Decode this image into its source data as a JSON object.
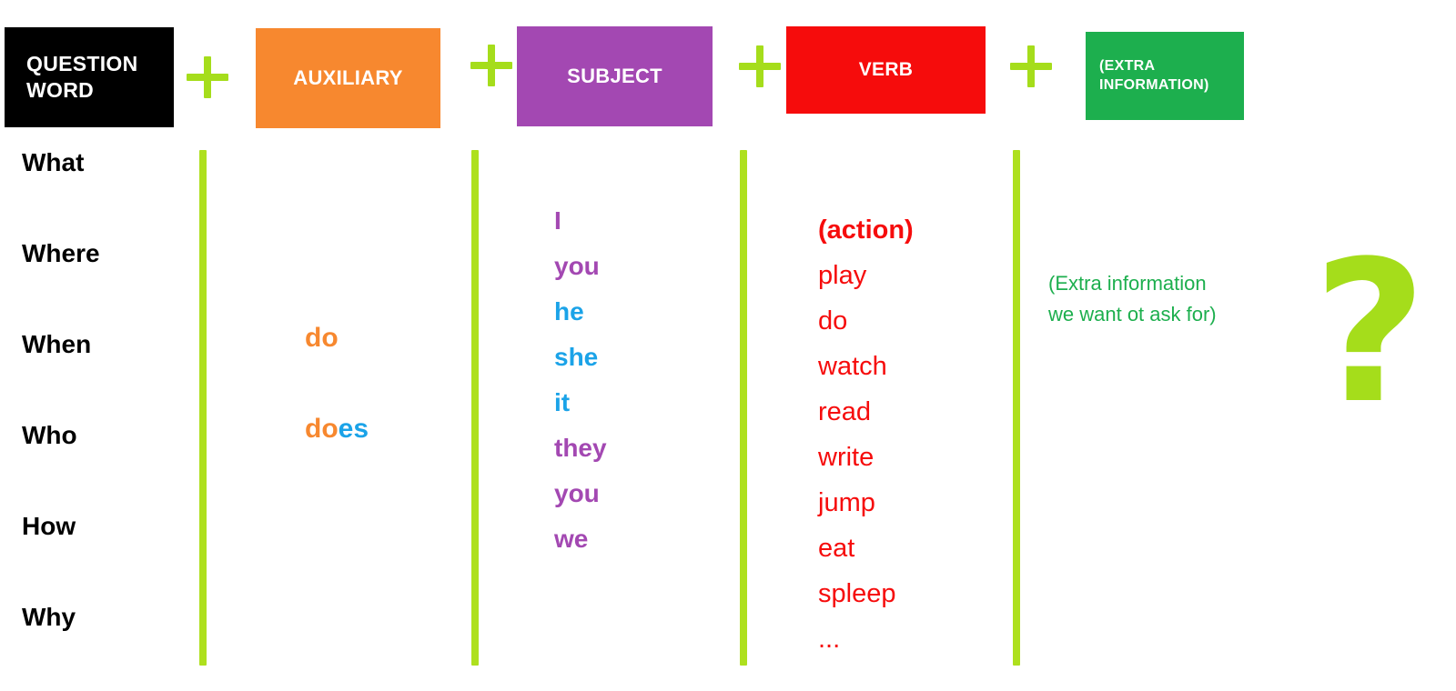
{
  "headers": [
    {
      "id": "question-word",
      "label": "QUESTION WORD",
      "color": "#000000"
    },
    {
      "id": "auxiliary",
      "label": "AUXILIARY",
      "color": "#F7882F"
    },
    {
      "id": "subject",
      "label": "SUBJECT",
      "color": "#A348B2"
    },
    {
      "id": "verb",
      "label": "VERB",
      "color": "#F60C0C"
    },
    {
      "id": "extra",
      "label": "(EXTRA INFORMATION)",
      "color": "#1DAF4E"
    }
  ],
  "operators": {
    "plus": "+",
    "count": 4,
    "color": "#A5DD1B"
  },
  "columns": {
    "question_words": {
      "items": [
        "What",
        "Where",
        "When",
        "Who",
        "How",
        "Why"
      ],
      "color": "#000000"
    },
    "auxiliary": {
      "items": [
        {
          "stem": "do",
          "suffix": ""
        },
        {
          "stem": "do",
          "suffix": "es"
        }
      ],
      "stem_color": "#F7882F",
      "suffix_color": "#1BA3E8"
    },
    "subject": {
      "items": [
        {
          "text": "I",
          "color": "purple"
        },
        {
          "text": "you",
          "color": "purple"
        },
        {
          "text": "he",
          "color": "blue"
        },
        {
          "text": "she",
          "color": "blue"
        },
        {
          "text": "it",
          "color": "blue"
        },
        {
          "text": "they",
          "color": "purple"
        },
        {
          "text": "you",
          "color": "purple"
        },
        {
          "text": "we",
          "color": "purple"
        }
      ],
      "purple": "#A348B2",
      "blue": "#1BA3E8"
    },
    "verb": {
      "items": [
        {
          "text": "(action)",
          "bold": true
        },
        {
          "text": "play",
          "bold": false
        },
        {
          "text": "do",
          "bold": false
        },
        {
          "text": "watch",
          "bold": false
        },
        {
          "text": "read",
          "bold": false
        },
        {
          "text": "write",
          "bold": false
        },
        {
          "text": "jump",
          "bold": false
        },
        {
          "text": "eat",
          "bold": false
        },
        {
          "text": "spleep",
          "bold": false
        },
        {
          "text": "...",
          "bold": false
        }
      ],
      "color": "#F60C0C"
    },
    "extra": {
      "line1": "(Extra information",
      "line2": "we want ot ask for)",
      "color": "#1DAF4E"
    }
  },
  "question_mark": {
    "glyph": "?",
    "color": "#A5DD1B"
  }
}
